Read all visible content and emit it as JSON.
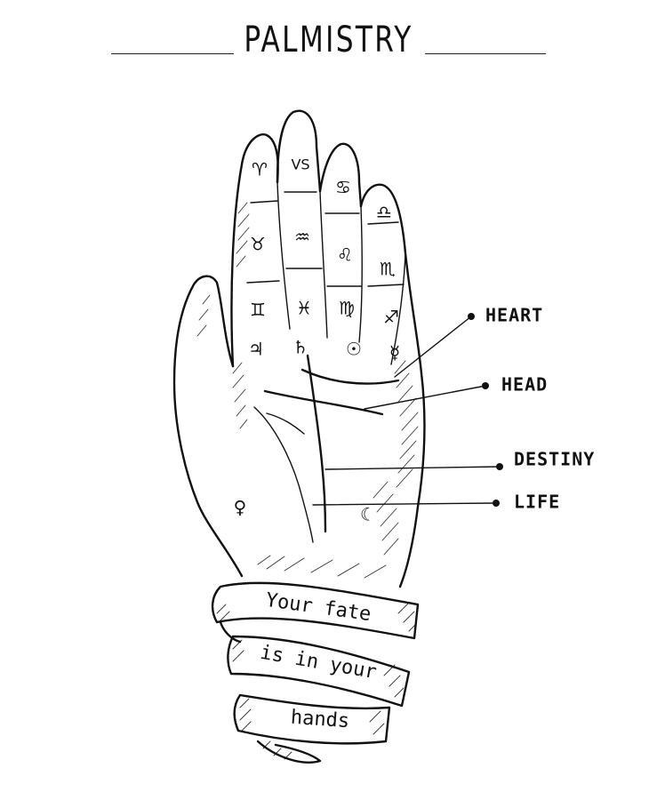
{
  "title": "PALMISTRY",
  "line_labels": {
    "heart": "HEART",
    "head": "HEAD",
    "destiny": "DESTINY",
    "life": "LIFE"
  },
  "finger_symbols": {
    "index": [
      "♈",
      "♉",
      "♊"
    ],
    "middle": [
      "VS",
      "♒",
      "♓"
    ],
    "ring": [
      "♋",
      "♌",
      "♍"
    ],
    "little": [
      "♎",
      "♏",
      "♐"
    ]
  },
  "mount_symbols": {
    "jupiter": "♃",
    "saturn": "♄",
    "sun": "☉",
    "mercury": "☿",
    "venus": "♀",
    "moon": "☾"
  },
  "ribbon": {
    "line1": "Your fate",
    "line2": "is in your",
    "line3": "hands"
  },
  "colors": {
    "ink": "#111111",
    "background": "#ffffff"
  }
}
